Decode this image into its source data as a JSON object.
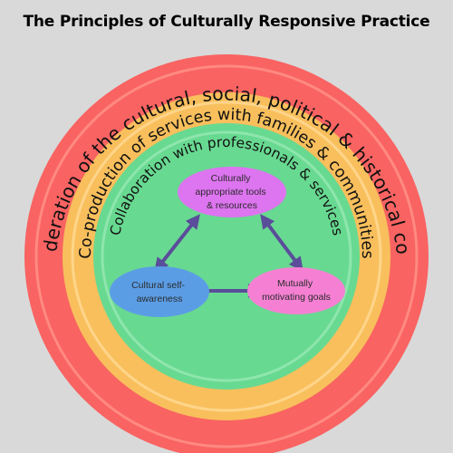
{
  "title": "The Principles of Culturally Responsive Practice",
  "colors": {
    "background": "#d9d9d9",
    "outer_ring": "#f96362",
    "outer_ring_edge": "#ff8a80",
    "middle_ring": "#f8bf5c",
    "middle_ring_edge": "#ffd58a",
    "inner_ring": "#68d991",
    "inner_ring_edge": "#8ee6ad",
    "node_top": "#dd74f0",
    "node_left": "#5b9de5",
    "node_right": "#f580d3",
    "arrow": "#5a4d9a"
  },
  "rings": {
    "outer": "Consideration of the cultural, social, political & historical context",
    "middle": "Co-production of services with families & communities",
    "inner": "Collaboration with professionals & services"
  },
  "nodes": {
    "top": {
      "lines": [
        "Culturally",
        "appropriate tools",
        "& resources"
      ]
    },
    "left": {
      "lines": [
        "Cultural self-",
        "awareness"
      ]
    },
    "right": {
      "lines": [
        "Mutually",
        "motivating goals"
      ]
    }
  }
}
